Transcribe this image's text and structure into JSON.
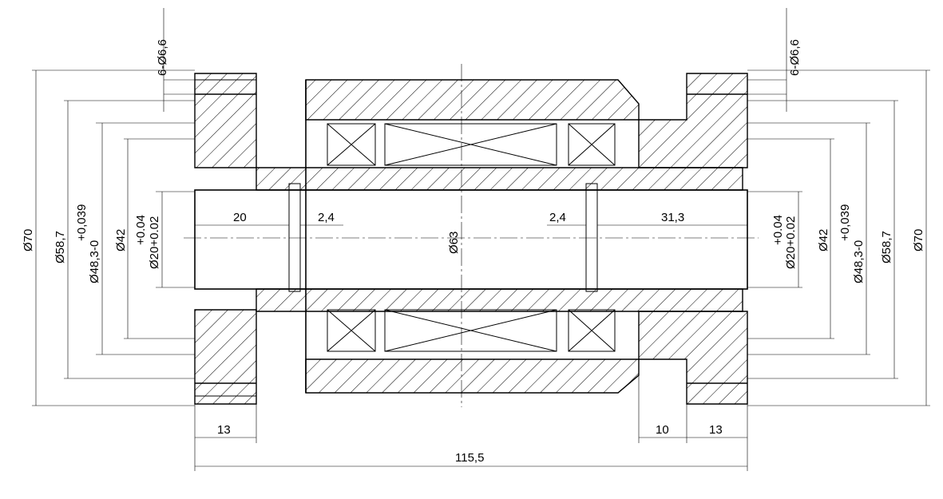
{
  "dimensions": {
    "holes_left": "6-Ø6,6",
    "holes_right": "6-Ø6,6",
    "d70_left": "Ø70",
    "d587_left": "Ø58,7",
    "d483_left_tol": "+0,039",
    "d483_left_base": "Ø48,3-0",
    "d42_left": "Ø42",
    "d20_left_tol": "+0.04",
    "d20_left_base": "Ø20+0.02",
    "len_20": "20",
    "len_24_left": "2,4",
    "d63": "Ø63",
    "len_24_right": "2,4",
    "len_313": "31,3",
    "d20_right_tol": "+0.04",
    "d20_right_base": "Ø20+0.02",
    "d42_right": "Ø42",
    "d483_right_tol": "+0,039",
    "d483_right_base": "Ø48,3-0",
    "d587_right": "Ø58,7",
    "d70_right": "Ø70",
    "len_13_left": "13",
    "len_10": "10",
    "len_13_right": "13",
    "len_1155": "115,5"
  }
}
